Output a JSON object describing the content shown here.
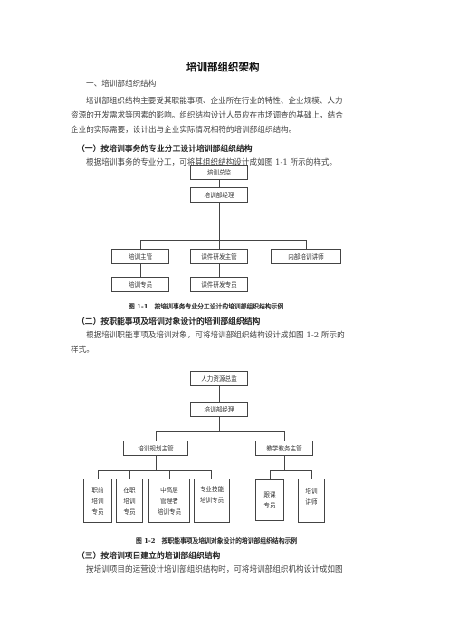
{
  "title": "培训部组织架构",
  "section1": "一、培训部组织结构",
  "intro": {
    "line1": "培训部组织结构主要受其职能事项、企业所在行业的特性、企业规模、人力",
    "line2": "资源的开发需求等因素的影响。组织结构设计人员应在市场调查的基础上，结合",
    "line3": "企业的实际需要，设计出与企业实际情况相符的培训部组织结构。"
  },
  "sub1": {
    "heading": "（一）按培训事务的专业分工设计培训部组织结构",
    "text": "根据培训事务的专业分工，可将其组织结构设计成如图 1-1 所示的样式。"
  },
  "chart1": {
    "top": "培训总监",
    "manager": "培训部经理",
    "supervisors": [
      "培训主管",
      "课件研发主管",
      "内部培训讲师"
    ],
    "specialists": [
      "培训专员",
      "课件研发专员"
    ],
    "caption_num": "图 1-1",
    "caption_text": "按培训事务专业分工设计的培训部组织结构示例"
  },
  "sub2": {
    "heading": "（二）按职能事项及培训对象设计的培训部组织结构",
    "text_line1": "根据培训职能事项及培训对象，可将培训部组织结构设计成如图 1-2 所示的",
    "text_line2": "样式。"
  },
  "chart2": {
    "top": "人力资源总监",
    "manager": "培训部经理",
    "planning": "培训规划主管",
    "teaching": "教学教务主管",
    "units": [
      [
        "职前",
        "培训",
        "专员"
      ],
      [
        "在职",
        "培训",
        "专员"
      ],
      [
        "中高层",
        "管理者",
        "培训专员"
      ],
      [
        "专业技能",
        "培训专员"
      ],
      [
        "跟课",
        "专员"
      ],
      [
        "培训",
        "讲师"
      ]
    ],
    "caption_num": "图 1-2",
    "caption_text": "按职能事项及培训对象设计的培训部组织结构示例"
  },
  "sub3": {
    "heading": "（三）按培训项目建立的培训部组织结构",
    "text": "按培训项目的运营设计培训部组织结构时，可将培训部组织机构设计成如图"
  }
}
